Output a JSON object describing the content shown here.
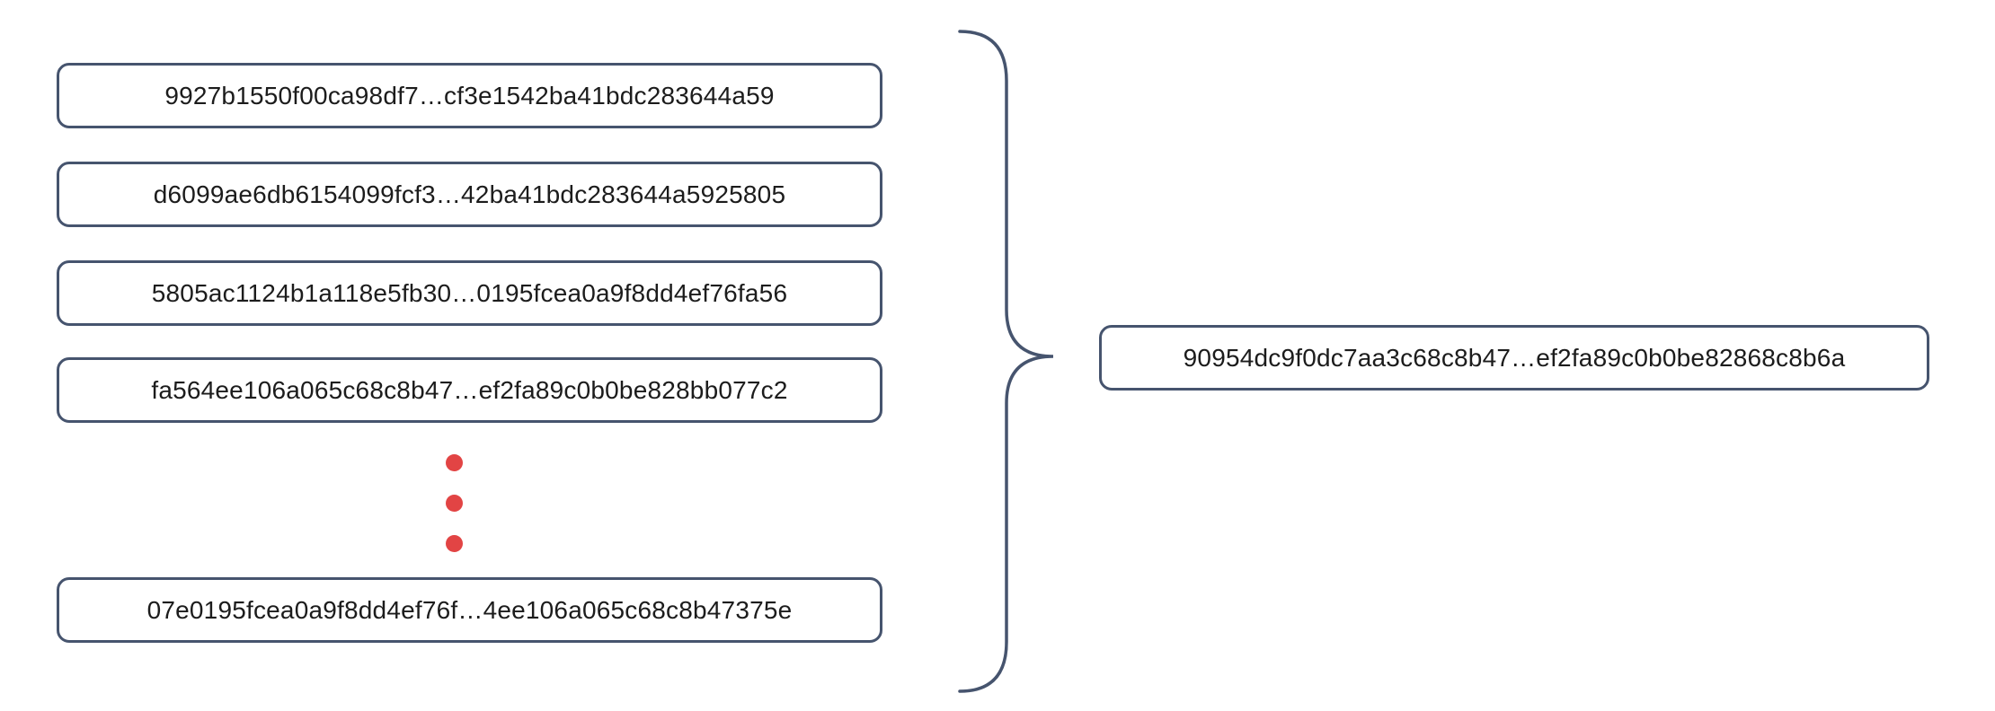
{
  "diagram": {
    "description": "Hash chaining illustration: a column of truncated hash values combined (curly brace) into one resulting hash",
    "blocks": [
      "9927b1550f00ca98df7…cf3e1542ba41bdc283644a59",
      "d6099ae6db6154099fcf3…42ba41bdc283644a5925805",
      "5805ac1124b1a118e5fb30…0195fcea0a9f8dd4ef76fa56",
      "fa564ee106a065c68c8b47…ef2fa89c0b0be828bb077c2",
      "07e0195fcea0a9f8dd4ef76f…4ee106a065c68c8b47375e"
    ],
    "result": "90954dc9f0dc7aa3c68c8b47…ef2fa89c0b0be82868c8b6a",
    "ellipsis_dot_count": 3,
    "colors": {
      "border": "#46546e",
      "brace": "#46546e",
      "dot": "#e24444",
      "text": "#1c1c1c",
      "background": "#ffffff"
    }
  }
}
